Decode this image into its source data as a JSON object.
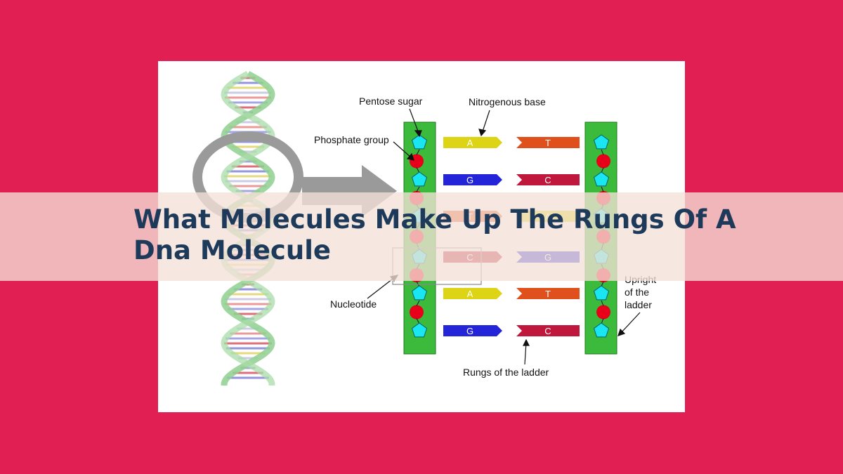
{
  "title": "What Molecules Make Up The Rungs Of A Dna Molecule",
  "labels": {
    "pentose_sugar": "Pentose sugar",
    "nitrogenous_base": "Nitrogenous base",
    "phosphate_group": "Phosphate group",
    "nucleotide": "Nucleotide",
    "upright_1": "Upright",
    "upright_2": "of the",
    "upright_3": "ladder",
    "rungs": "Rungs of the ladder"
  },
  "rungs": [
    {
      "left": "A",
      "right": "T"
    },
    {
      "left": "G",
      "right": "C"
    },
    {
      "left": "T",
      "right": "A"
    },
    {
      "left": "C",
      "right": "G"
    },
    {
      "left": "A",
      "right": "T"
    },
    {
      "left": "G",
      "right": "C"
    }
  ],
  "colors": {
    "background": "#e21f52",
    "upright": "#3cba3c",
    "sugar": "#19e6f0",
    "phosphate": "#e8001a",
    "A": "#dcd414",
    "T": "#e0501c",
    "G": "#2424d8",
    "C": "#c0183c",
    "title": "#1e3a5a"
  }
}
